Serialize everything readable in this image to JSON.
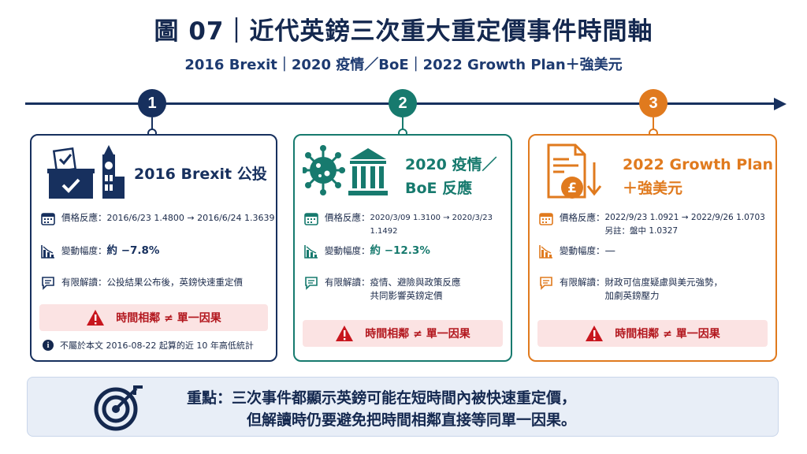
{
  "title": "圖 07｜近代英鎊三次重大重定價事件時間軸",
  "subtitle": "2016 Brexit｜2020 疫情／BoE｜2022 Growth Plan＋強美元",
  "colors": {
    "navy": "#17305e",
    "teal": "#177a6e",
    "orange": "#e07a1e",
    "warn_bg": "#fbe3e3",
    "warn_text": "#b3181f"
  },
  "events": [
    {
      "number": "1",
      "title_line1": "2016 Brexit 公投",
      "title_line2": "",
      "icon": "ballot-box-and-big-ben-icon",
      "price_label": "價格反應：",
      "price_value": "2016/6/23 1.4800 → 2016/6/24 1.3639",
      "change_label": "變動幅度：",
      "change_value": "約 −7.8%",
      "interp_label": "有限解讀：",
      "interp_value": "公投結果公布後，英鎊快速重定價",
      "warning": "時間相鄰 ≠ 單一因果",
      "note": "不屬於本文 2016-08-22 起算的近 10 年高低統計"
    },
    {
      "number": "2",
      "title_line1": "2020 疫情／",
      "title_line2": "BoE 反應",
      "icon": "virus-and-bank-icon",
      "price_label": "價格反應：",
      "price_value": "2020/3/09 1.3100 → 2020/3/23 1.1492",
      "change_label": "變動幅度：",
      "change_value": "約 −12.3%",
      "interp_label": "有限解讀：",
      "interp_value": "疫情、避險與政策反應\n共同影響英鎊定價",
      "warning": "時間相鄰 ≠ 單一因果"
    },
    {
      "number": "3",
      "title_line1": "2022 Growth Plan",
      "title_line2": "＋強美元",
      "icon": "budget-document-pound-icon",
      "price_label": "價格反應：",
      "price_value": "2022/9/23 1.0921 → 2022/9/26 1.0703\n另註：盤中 1.0327",
      "change_label": "變動幅度：",
      "change_value": "—",
      "interp_label": "有限解讀：",
      "interp_value": "財政可信度疑慮與美元強勢，\n加劇英鎊壓力",
      "warning": "時間相鄰 ≠ 單一因果"
    }
  ],
  "summary": {
    "label": "重點：",
    "line1": "三次事件都顯示英鎊可能在短時間內被快速重定價，",
    "line2": "但解讀時仍要避免把時間相鄰直接等同單一因果。",
    "icon": "target-arrow-icon"
  }
}
